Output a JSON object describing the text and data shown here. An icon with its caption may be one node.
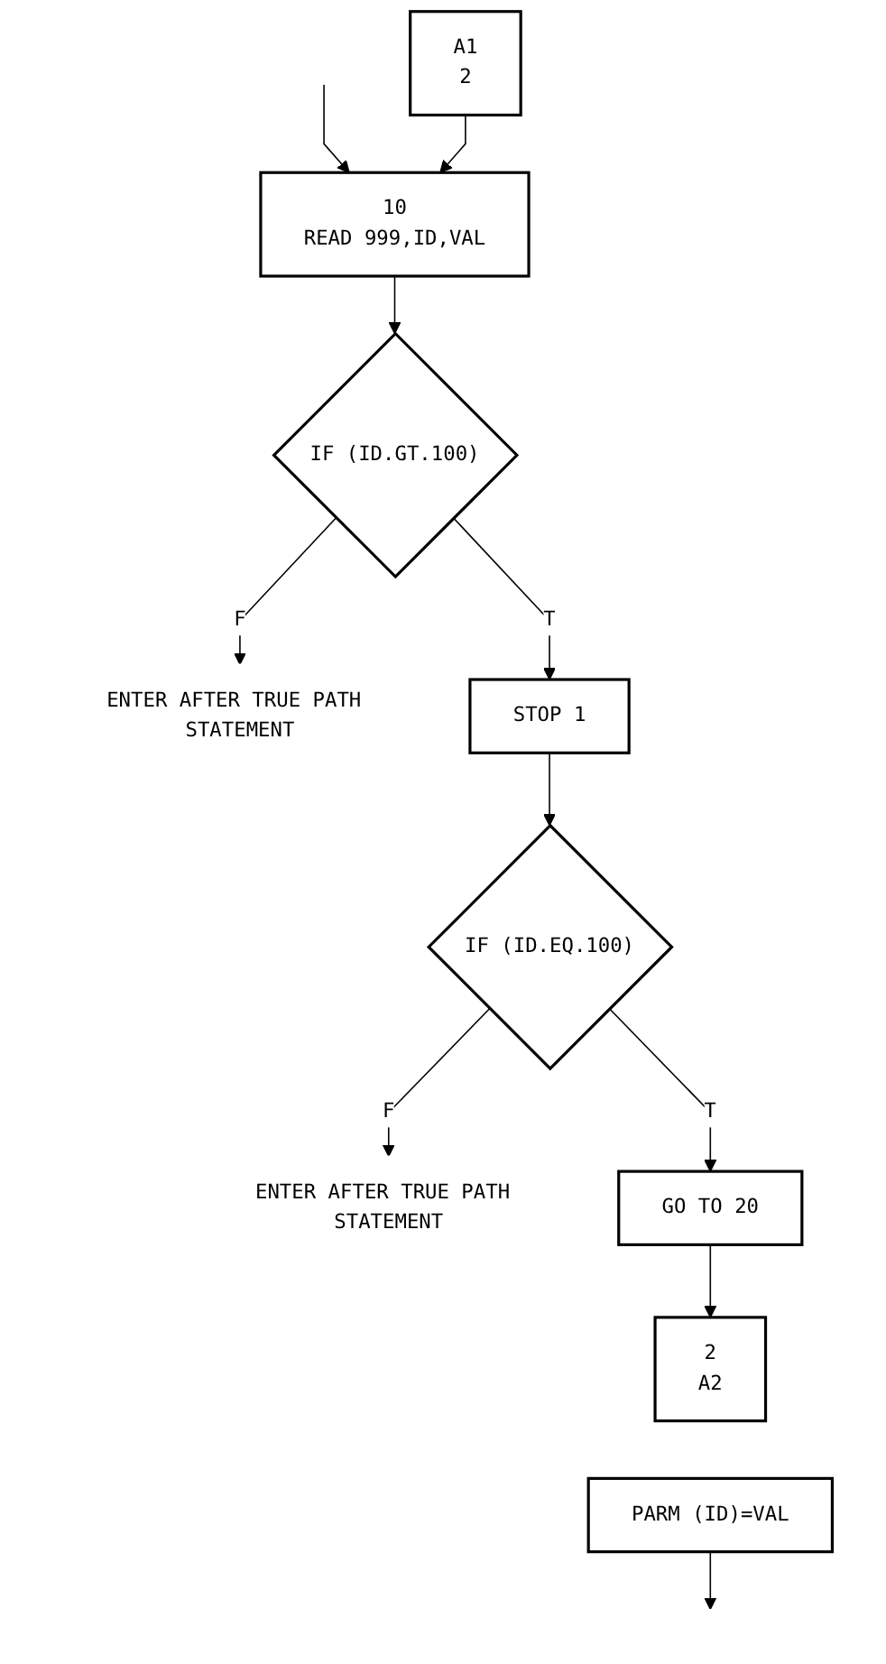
{
  "diagram": {
    "nodes": [
      {
        "text": [
          "A1",
          "2"
        ]
      },
      {
        "text": [
          "10",
          "READ 999,ID,VAL"
        ]
      },
      {
        "text": [
          "IF (ID.GT.100)"
        ]
      },
      {
        "text": [
          "ENTER AFTER TRUE PATH STATEMENT"
        ]
      },
      {
        "text": [
          "STOP 1"
        ]
      },
      {
        "text": [
          "IF (ID.EQ.100)"
        ]
      },
      {
        "text": [
          "ENTER AFTER TRUE PATH STATEMENT"
        ]
      },
      {
        "text": [
          "GO TO 20"
        ]
      },
      {
        "text": [
          "2",
          "A2"
        ]
      },
      {
        "text": [
          "PARM (ID)=VAL"
        ]
      }
    ],
    "edges": [
      {
        "from": null,
        "to": 1,
        "arrow": "to"
      },
      {
        "from": 0,
        "to": 1,
        "arrow": "to"
      },
      {
        "from": 1,
        "to": 2,
        "arrow": "to"
      },
      {
        "from": 2,
        "to": 3,
        "label": "F",
        "arrow": "to"
      },
      {
        "from": 2,
        "to": 4,
        "label": "T",
        "arrow": "to"
      },
      {
        "from": 4,
        "to": 5,
        "arrow": "to"
      },
      {
        "from": 5,
        "to": 6,
        "label": "F",
        "arrow": "to"
      },
      {
        "from": 5,
        "to": 7,
        "label": "T",
        "arrow": "to"
      },
      {
        "from": 7,
        "to": 8,
        "arrow": "to"
      },
      {
        "from": 9,
        "to": null,
        "arrow": "to"
      }
    ]
  }
}
